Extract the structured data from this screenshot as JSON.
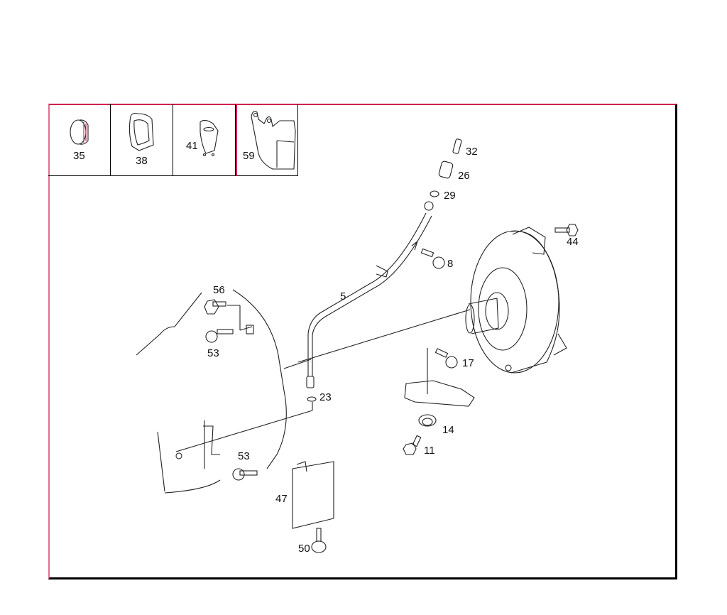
{
  "diagram": {
    "type": "exploded parts diagram",
    "subject": "transmission torque converter and oil dipstick tube assembly",
    "colors": {
      "line": "#222222",
      "accent": "#d0204a",
      "background": "#ffffff"
    }
  },
  "thumbnails": [
    {
      "part_no": "35",
      "shape": "cap-plug"
    },
    {
      "part_no": "38",
      "shape": "rubber-grommet"
    },
    {
      "part_no": "41",
      "shape": "cover-plate"
    },
    {
      "part_no": "59",
      "shape": "bracket-shield"
    }
  ],
  "callouts": [
    {
      "part_no": "32",
      "part": "clip"
    },
    {
      "part_no": "26",
      "part": "sleeve"
    },
    {
      "part_no": "29",
      "part": "seal-ring"
    },
    {
      "part_no": "44",
      "part": "bolt"
    },
    {
      "part_no": "8",
      "part": "bolt"
    },
    {
      "part_no": "5",
      "part": "dipstick-tube"
    },
    {
      "part_no": "56",
      "part": "bolt"
    },
    {
      "part_no": "53",
      "part": "bolt"
    },
    {
      "part_no": "23",
      "part": "seal-ring"
    },
    {
      "part_no": "17",
      "part": "bolt"
    },
    {
      "part_no": "14",
      "part": "clamp"
    },
    {
      "part_no": "11",
      "part": "bolt"
    },
    {
      "part_no": "53",
      "part": "bolt-lower"
    },
    {
      "part_no": "47",
      "part": "cover-shield"
    },
    {
      "part_no": "50",
      "part": "screw"
    }
  ]
}
